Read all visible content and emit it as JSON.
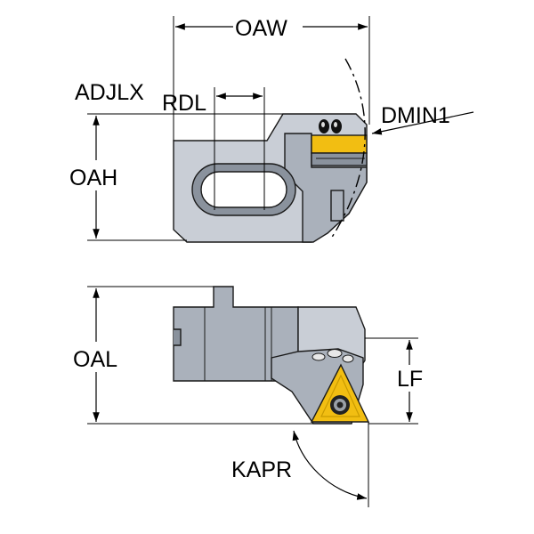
{
  "labels": {
    "oaw": "OAW",
    "adjlx": "ADJLX",
    "rdl": "RDL",
    "dmin1": "DMIN1",
    "oah": "OAH",
    "oal": "OAL",
    "lf": "LF",
    "kapr": "KAPR"
  },
  "colors": {
    "body_light": "#c9ced6",
    "body_mid": "#aab1bb",
    "body_dark": "#8a929d",
    "insert": "#f2be12",
    "insert_dark": "#c99a00",
    "line": "#000000"
  },
  "icons": {
    "clamp_screws": "screw-pair-icon",
    "insert_screw": "insert-screw-icon"
  }
}
